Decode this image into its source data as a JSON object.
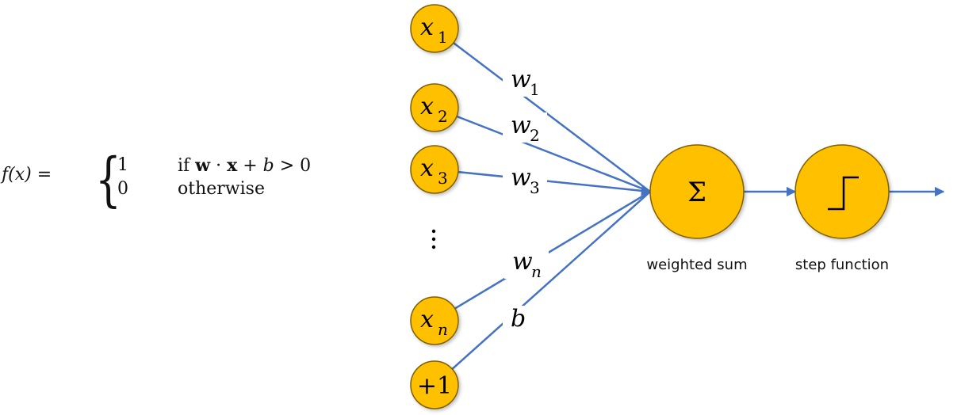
{
  "formula": {
    "lhs": "f(x) =",
    "cases": [
      {
        "value": "1",
        "condition_prefix": "if ",
        "condition_w": "w",
        "condition_dot": " · ",
        "condition_x": "x",
        "condition_rest": " + ",
        "condition_b": "b",
        "condition_end": " > 0"
      },
      {
        "value": "0",
        "condition_text": "otherwise"
      }
    ]
  },
  "colors": {
    "node_fill": "#FFC000",
    "node_stroke": "#7F6000",
    "edge": "#4472C4",
    "text": "#000000"
  },
  "inputs": [
    {
      "id": "x1",
      "symbol": "x",
      "sub": "1"
    },
    {
      "id": "x2",
      "symbol": "x",
      "sub": "2"
    },
    {
      "id": "x3",
      "symbol": "x",
      "sub": "3"
    },
    {
      "id": "xn",
      "symbol": "x",
      "sub": "n"
    },
    {
      "id": "bias",
      "symbol": "+1",
      "sub": ""
    }
  ],
  "weights": [
    {
      "symbol": "w",
      "sub": "1"
    },
    {
      "symbol": "w",
      "sub": "2"
    },
    {
      "symbol": "w",
      "sub": "3"
    },
    {
      "symbol": "w",
      "sub": "n"
    },
    {
      "symbol": "b",
      "sub": ""
    }
  ],
  "ellipsis": "⋮",
  "sum_node": {
    "symbol": "Σ",
    "caption": "weighted sum"
  },
  "step_node": {
    "icon": "step-function-icon",
    "caption": "step function"
  }
}
